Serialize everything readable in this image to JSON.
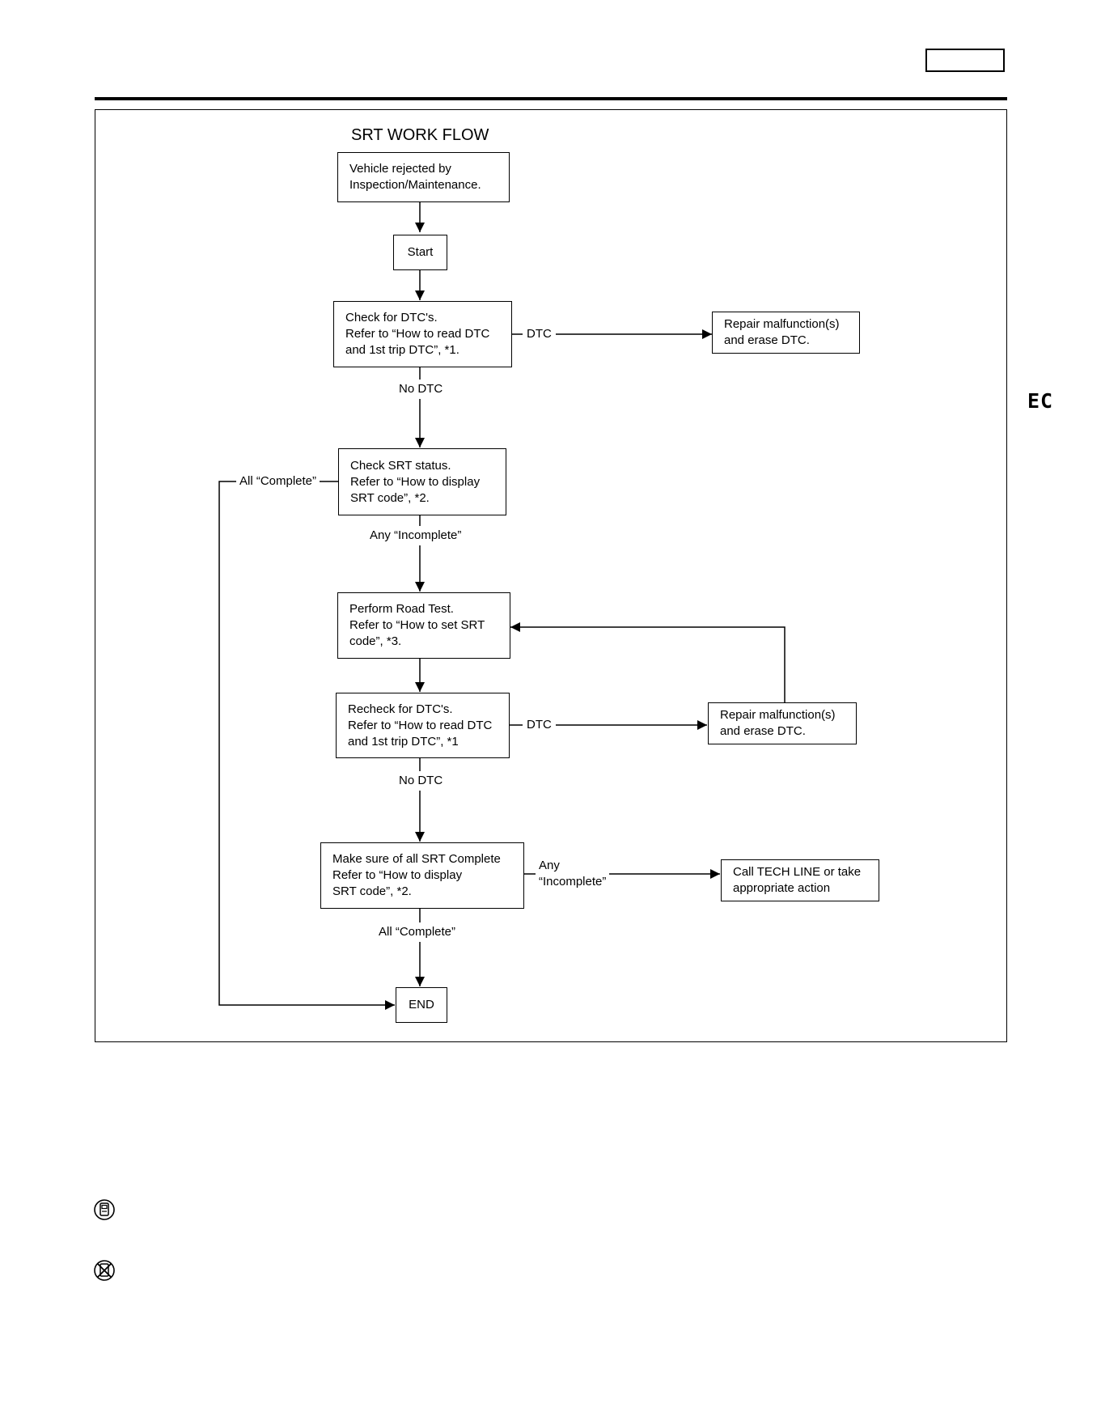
{
  "header": {
    "side_tab": "EC"
  },
  "diagram": {
    "title": "SRT WORK FLOW",
    "nodes": [
      {
        "id": "vehicle-rejected",
        "lines": [
          "Vehicle rejected by",
          "Inspection/Maintenance."
        ]
      },
      {
        "id": "start",
        "lines": [
          "Start"
        ]
      },
      {
        "id": "check-dtc",
        "lines": [
          "Check for DTC's.",
          "Refer to “How to read DTC",
          "and 1st trip DTC”, *1."
        ]
      },
      {
        "id": "repair-1",
        "lines": [
          "Repair malfunction(s)",
          "and erase DTC."
        ]
      },
      {
        "id": "check-srt",
        "lines": [
          "Check SRT status.",
          "Refer to “How to display",
          "SRT code”, *2."
        ]
      },
      {
        "id": "road-test",
        "lines": [
          "Perform Road Test.",
          "Refer to “How to set SRT",
          "code”, *3."
        ]
      },
      {
        "id": "recheck-dtc",
        "lines": [
          "Recheck for DTC's.",
          "Refer to “How to read DTC",
          "and 1st trip DTC”, *1"
        ]
      },
      {
        "id": "repair-2",
        "lines": [
          "Repair malfunction(s)",
          "and erase DTC."
        ]
      },
      {
        "id": "make-sure",
        "lines": [
          "Make sure of all SRT Complete",
          "Refer to “How to display",
          "SRT code”, *2."
        ]
      },
      {
        "id": "call-tech",
        "lines": [
          "Call TECH LINE or take",
          "appropriate action"
        ]
      },
      {
        "id": "end",
        "lines": [
          "END"
        ]
      }
    ],
    "edge_labels": {
      "dtc_1": "DTC",
      "no_dtc_1": "No DTC",
      "all_complete_1": "All “Complete”",
      "any_incomplete_1": "Any “Incomplete”",
      "dtc_2": "DTC",
      "no_dtc_2": "No DTC",
      "any_incomplete_2": [
        "Any",
        "“Incomplete”"
      ],
      "all_complete_2": "All “Complete”"
    }
  },
  "footer": {
    "icons": [
      "with-consult-icon",
      "without-consult-icon"
    ]
  }
}
